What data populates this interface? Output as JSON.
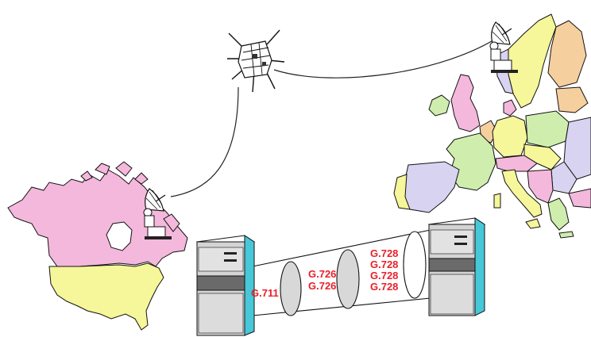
{
  "colors": {
    "label_red": "#e8202a",
    "land_pink": "#f4b8dc",
    "land_yellow": "#f6f69a",
    "land_green": "#cfeeae",
    "land_lavender": "#d8d3f0",
    "land_orange": "#f6cf9e",
    "server_teal": "#46c8d8",
    "server_gray": "#d0d0d0",
    "server_dark": "#6a6a6a"
  },
  "icons": {
    "satellite": "satellite-icon",
    "dish_americas": "satellite-dish-icon",
    "dish_europe": "satellite-dish-icon",
    "server_left": "server-icon",
    "server_right": "server-icon"
  },
  "labels": {
    "g711": "G.711",
    "g726": [
      "G.726",
      "G.726"
    ],
    "g728": [
      "G.728",
      "G.728",
      "G.728",
      "G.728"
    ]
  }
}
